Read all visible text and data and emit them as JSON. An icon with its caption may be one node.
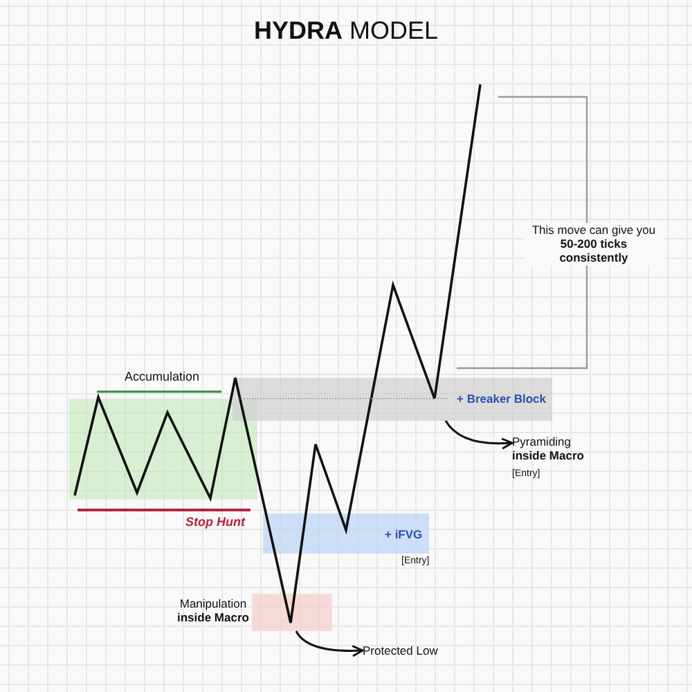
{
  "diagram": {
    "title": "**HYDRA** MODEL",
    "nodes": [
      {
        "text": [
          "Accumulation"
        ]
      },
      {
        "text": [
          "+ Breaker Block"
        ]
      },
      {
        "text": [
          "Pyramiding **inside Macro**",
          "[Entry]"
        ]
      },
      {
        "text": [
          "+ iFVG"
        ],
        "beside": [
          "[Entry]"
        ]
      },
      {
        "text": [
          "Manipulation **inside Macro**"
        ]
      },
      {
        "text": [
          "Protected Low"
        ]
      }
    ],
    "edges": [
      {
        "from": 1,
        "to": 2,
        "arrow": "to"
      },
      {
        "from": 4,
        "to": 5,
        "arrow": "to"
      }
    ],
    "labels": [
      "This move can give you **50-200 ticks consistently**",
      "Stop Hunt"
    ]
  }
}
